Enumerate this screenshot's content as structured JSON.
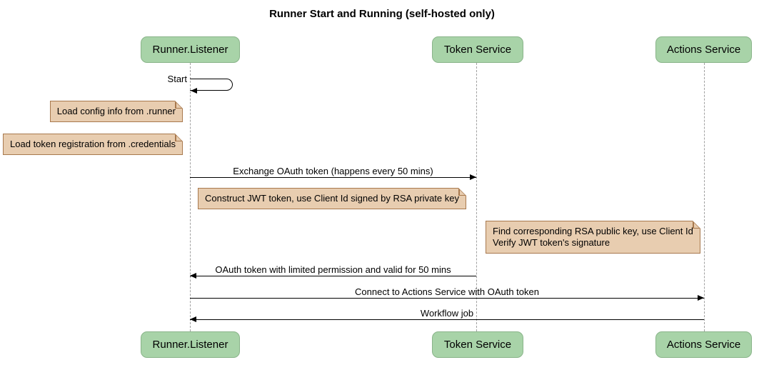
{
  "title": "Runner Start and Running (self-hosted only)",
  "participants": [
    {
      "label": "Runner.Listener"
    },
    {
      "label": "Token Service"
    },
    {
      "label": "Actions Service"
    }
  ],
  "messages": [
    {
      "label": "Start",
      "from": "Runner.Listener",
      "to": "Runner.Listener",
      "kind": "self"
    },
    {
      "label": "Exchange OAuth token (happens every 50 mins)",
      "from": "Runner.Listener",
      "to": "Token Service",
      "kind": "right"
    },
    {
      "label": "OAuth token with limited permission and valid for 50 mins",
      "from": "Token Service",
      "to": "Runner.Listener",
      "kind": "left"
    },
    {
      "label": "Connect to Actions Service with OAuth token",
      "from": "Runner.Listener",
      "to": "Actions Service",
      "kind": "right"
    },
    {
      "label": "Workflow job",
      "from": "Actions Service",
      "to": "Runner.Listener",
      "kind": "left"
    }
  ],
  "notes": [
    {
      "position": "left of Runner.Listener",
      "lines": [
        "Load config info from .runner"
      ]
    },
    {
      "position": "left of Runner.Listener",
      "lines": [
        "Load token registration from .credentials"
      ]
    },
    {
      "position": "right of Runner.Listener",
      "lines": [
        "Construct JWT token, use Client Id signed by RSA private key"
      ]
    },
    {
      "position": "right of Token Service",
      "lines": [
        "Find corresponding RSA public key, use Client Id",
        "Verify JWT token's signature"
      ]
    }
  ],
  "colors": {
    "participant_fill": "#A8D3A8",
    "participant_border": "#89B489",
    "note_fill": "#E8CDB0",
    "note_border": "#A8794E",
    "lifeline": "#A0A0A0",
    "line": "#000000",
    "text": "#000000",
    "background": "#FFFFFF"
  }
}
